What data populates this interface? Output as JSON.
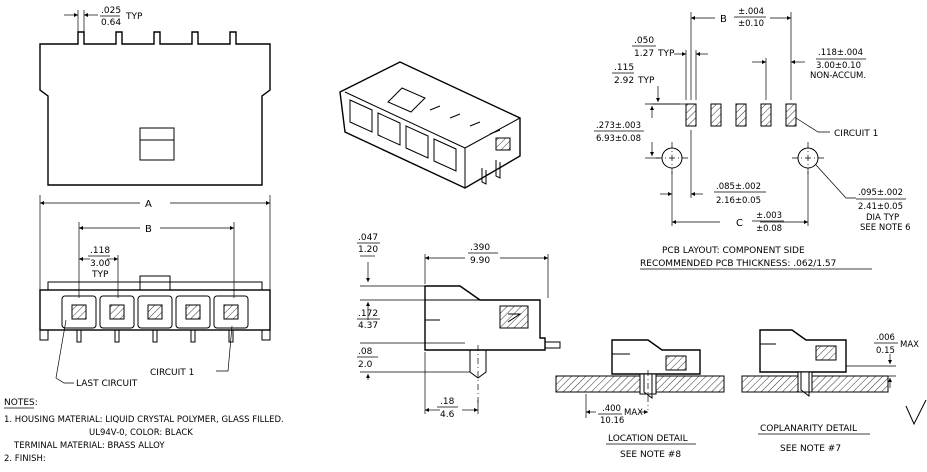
{
  "top_view": {
    "pitch_in": ".025",
    "pitch_mm": "0.64",
    "typ": "TYP"
  },
  "front_view": {
    "dim_a": "A",
    "dim_b": "B",
    "pitch_in": ".118",
    "pitch_mm": "3.00",
    "typ": "TYP",
    "circuit_1": "CIRCUIT 1",
    "last_circuit": "LAST CIRCUIT"
  },
  "side_view": {
    "d047_in": ".047",
    "d047_mm": "1.20",
    "d390_in": ".390",
    "d390_mm": "9.90",
    "d172_in": ".172",
    "d172_mm": "4.37",
    "d08_in": ".08",
    "d08_mm": "2.0",
    "d18_in": ".18",
    "d18_mm": "4.6"
  },
  "pcb_layout": {
    "dim_b": "B",
    "b_tol_in": "±.004",
    "b_tol_mm": "±0.10",
    "d050_in": ".050",
    "d050_mm": "1.27",
    "typ1": "TYP",
    "d115_in": ".115",
    "d115_mm": "2.92",
    "typ2": "TYP",
    "d118_in": ".118±.004",
    "d118_mm": "3.00±0.10",
    "non_accum": "NON-ACCUM.",
    "d273_in": ".273±.003",
    "d273_mm": "6.93±0.08",
    "circuit_1": "CIRCUIT 1",
    "d085_in": ".085±.002",
    "d085_mm": "2.16±0.05",
    "d095_in": ".095±.002",
    "d095_mm": "2.41±0.05",
    "dia_typ": "DIA TYP",
    "see_note_6": "SEE NOTE 6",
    "dim_c": "C",
    "c_tol_in": "±.003",
    "c_tol_mm": "±0.08",
    "caption_1": "PCB LAYOUT: COMPONENT SIDE",
    "caption_2": "RECOMMENDED PCB THICKNESS: .062/1.57"
  },
  "location_detail": {
    "d400_in": ".400",
    "d400_mm": "10.16",
    "max": "MAX",
    "title": "LOCATION DETAIL",
    "note": "SEE NOTE #8"
  },
  "coplanarity_detail": {
    "d006_in": ".006",
    "d006_mm": "0.15",
    "max": "MAX",
    "title": "COPLANARITY DETAIL",
    "note": "SEE NOTE #7"
  },
  "notes": {
    "heading": "NOTES:",
    "line1": "1. HOUSING MATERIAL:  LIQUID CRYSTAL POLYMER,  GLASS FILLED.",
    "line2": "UL94V-0,  COLOR: BLACK",
    "line3": "TERMINAL MATERIAL:  BRASS ALLOY",
    "line4": "2.  FINISH:"
  }
}
